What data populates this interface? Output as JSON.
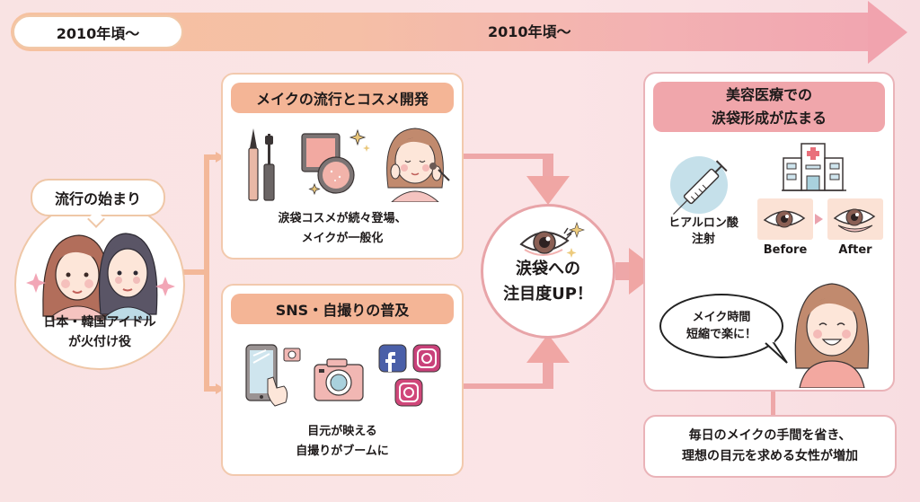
{
  "timeline": {
    "start_label": "2010年頃〜",
    "main_label": "2010年頃〜",
    "colors": {
      "start": "#f6c2a0",
      "end": "#f1a5b0"
    }
  },
  "start": {
    "title": "流行の始まり",
    "caption_line1": "日本・韓国アイドル",
    "caption_line2": "が火付け役",
    "illustration": "two-idol-women-icon"
  },
  "makeup_card": {
    "header": "メイクの流行とコスメ開発",
    "text_line1": "涙袋コスメが続々登場、",
    "text_line2": "メイクが一般化",
    "icons": [
      "eyeliner-icon",
      "mascara-icon",
      "eyeshadow-palette-icon",
      "sparkle-icon",
      "woman-applying-makeup-icon"
    ]
  },
  "sns_card": {
    "header": "SNS・自撮りの普及",
    "text_line1": "目元が映える",
    "text_line2": "自撮りがブームに",
    "icons": [
      "smartphone-icon",
      "small-camera-icon",
      "camera-icon",
      "facebook-icon",
      "instagram-icon"
    ]
  },
  "focus": {
    "line1": "涙袋への",
    "line2": "注目度UP！",
    "icon": "eye-icon"
  },
  "medical_card": {
    "header_line1": "美容医療での",
    "header_line2": "涙袋形成が広まる",
    "injection_line1": "ヒアルロン酸",
    "injection_line2": "注射",
    "before_label": "Before",
    "after_label": "After",
    "speech_line1": "メイク時間",
    "speech_line2": "短縮で楽に！",
    "icons": [
      "syringe-icon",
      "hospital-icon",
      "smiling-woman-icon"
    ]
  },
  "conclusion": {
    "line1": "毎日のメイクの手間を省き、",
    "line2": "理想の目元を求める女性が増加"
  },
  "colors": {
    "background": "#fbe4e6",
    "orange_accent": "#f4b596",
    "pink_accent": "#f0a6ab",
    "arrow": "#f0a6a4"
  }
}
